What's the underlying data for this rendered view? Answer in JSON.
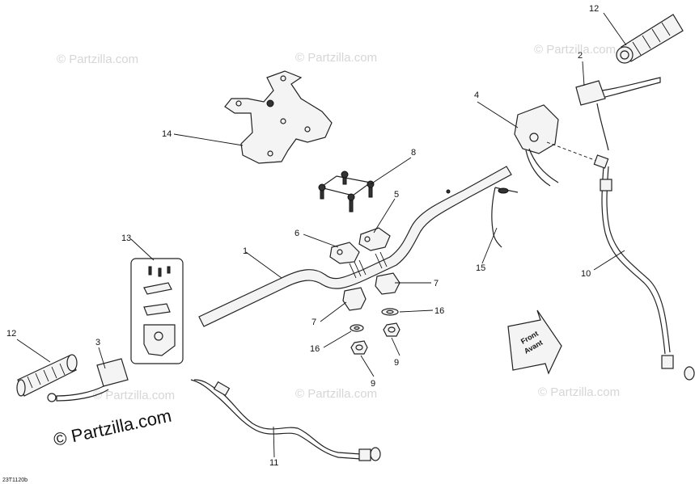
{
  "callouts": {
    "c1": "1",
    "c2": "2",
    "c3": "3",
    "c4": "4",
    "c5": "5",
    "c6": "6",
    "c7a": "7",
    "c7b": "7",
    "c8": "8",
    "c9a": "9",
    "c9b": "9",
    "c10": "10",
    "c11": "11",
    "c12a": "12",
    "c12b": "12",
    "c13": "13",
    "c14": "14",
    "c15": "15",
    "c16a": "16",
    "c16b": "16"
  },
  "watermarks": {
    "w1": "© Partzilla.com",
    "w2": "© Partzilla.com",
    "w3": "© Partzilla.com",
    "w4": "© Partzilla.com",
    "w5": "© Partzilla.com",
    "w6": "© Partzilla.com"
  },
  "front_arrow": {
    "line1": "Front",
    "line2": "Avant"
  },
  "logo_text": "© Partzilla.com",
  "diagram_code": "23T1120b"
}
